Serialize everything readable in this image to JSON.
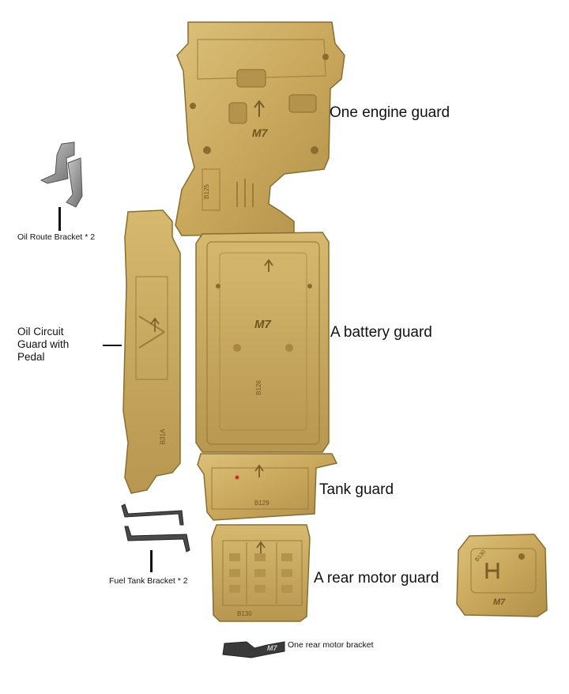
{
  "labels": {
    "engine_guard": "One engine guard",
    "battery_guard": "A battery guard",
    "tank_guard": "Tank guard",
    "rear_motor_guard": "A rear motor guard",
    "rear_motor_bracket": "One rear motor bracket",
    "oil_route_bracket": "Oil Route Bracket * 2",
    "oil_circuit_guard_line1": "Oil Circuit",
    "oil_circuit_guard_line2": "Guard with",
    "oil_circuit_guard_line3": "Pedal",
    "fuel_tank_bracket": "Fuel Tank Bracket * 2"
  },
  "part_markings": {
    "engine_guard_logo": "M7",
    "battery_guard_logo": "M7",
    "extra_guard_logo": "M7",
    "bracket_logo": "M7",
    "code_engine": "B125",
    "code_battery": "B126",
    "code_tank": "B129",
    "code_rear": "B130",
    "code_side": "B31A",
    "code_extra": "B130"
  },
  "colors": {
    "plate_base": "#c9a85c",
    "plate_dark": "#a8873f",
    "plate_light": "#dcc07a",
    "bracket_metal": "#8c8c8c",
    "bracket_dark": "#3a3a3a",
    "text": "#111111"
  }
}
